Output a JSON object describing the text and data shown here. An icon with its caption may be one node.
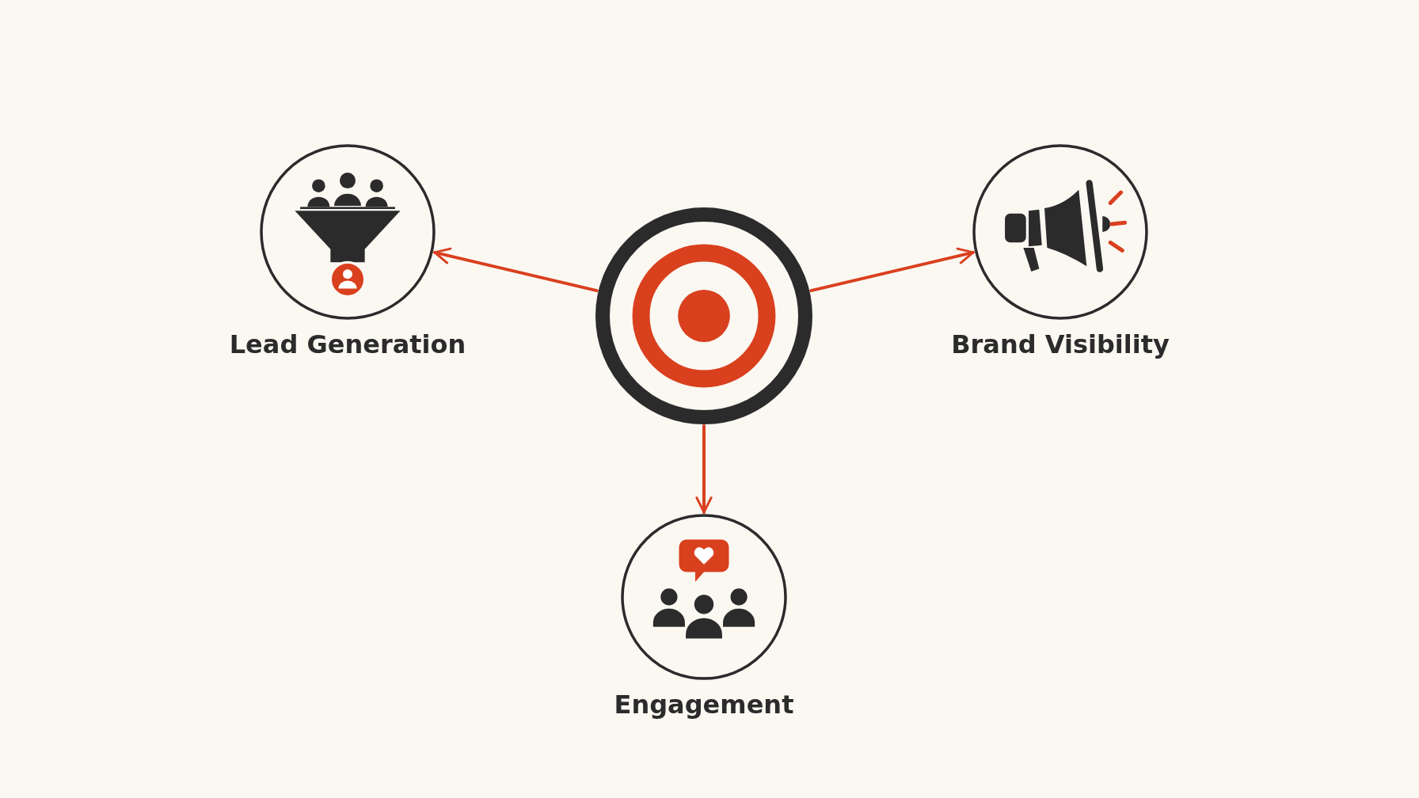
{
  "diagram": {
    "nodes": [
      {
        "text": [],
        "shape": "circle"
      },
      {
        "text": [
          "Lead Generation"
        ]
      },
      {
        "text": [
          "Brand Visibility"
        ]
      },
      {
        "text": [
          "Engagement"
        ]
      }
    ],
    "edges": [
      {
        "from": 0,
        "to": 1,
        "arrow": "to"
      },
      {
        "from": 0,
        "to": 2,
        "arrow": "to"
      },
      {
        "from": 0,
        "to": 3,
        "arrow": "to"
      }
    ]
  }
}
